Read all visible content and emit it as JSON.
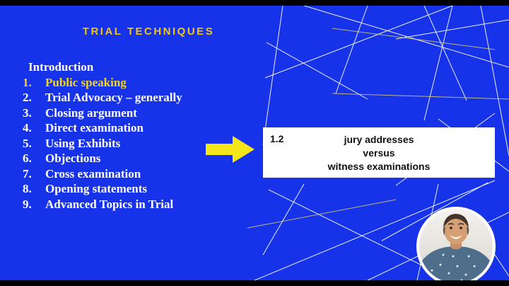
{
  "title": "TRIAL TECHNIQUES",
  "list": {
    "header": "Introduction",
    "items": [
      {
        "num": "1.",
        "label": "Public speaking",
        "highlight": true
      },
      {
        "num": "2.",
        "label": "Trial Advocacy – generally",
        "highlight": false
      },
      {
        "num": "3.",
        "label": "Closing argument",
        "highlight": false
      },
      {
        "num": "4.",
        "label": "Direct examination",
        "highlight": false
      },
      {
        "num": "5.",
        "label": "Using Exhibits",
        "highlight": false
      },
      {
        "num": "6.",
        "label": "Objections",
        "highlight": false
      },
      {
        "num": "7.",
        "label": "Cross examination",
        "highlight": false
      },
      {
        "num": "8.",
        "label": "Opening statements",
        "highlight": false
      },
      {
        "num": "9.",
        "label": "Advanced Topics in Trial",
        "highlight": false
      }
    ]
  },
  "callout": {
    "number": "1.2",
    "lines": [
      "jury addresses",
      "versus",
      "witness examinations"
    ]
  },
  "colors": {
    "background": "#1733E9",
    "title_yellow": "#EFC51A",
    "highlight_yellow": "#F2D51C",
    "arrow_yellow": "#F5E61C",
    "callout_bg": "#FFFFFF",
    "callout_text": "#111111"
  }
}
